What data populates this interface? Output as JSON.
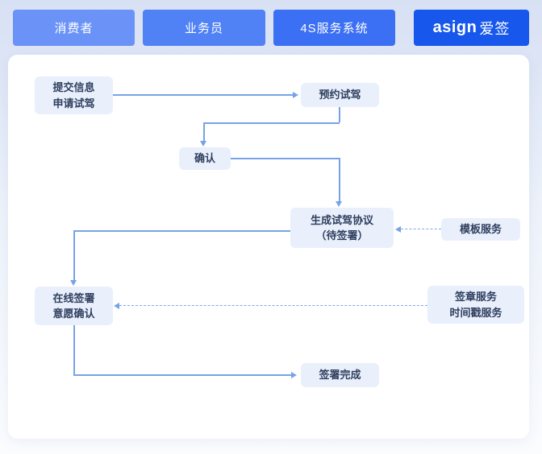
{
  "header": {
    "tabs": [
      {
        "label": "消费者",
        "color": "#6b93f7"
      },
      {
        "label": "业务员",
        "color": "#5082f6"
      },
      {
        "label": "4S服务系统",
        "color": "#3b6ff4"
      }
    ],
    "brand": {
      "latin": "asign",
      "cjk": "爱签",
      "color": "#1757ec"
    }
  },
  "flow": {
    "nodes": {
      "submit": {
        "line1": "提交信息",
        "line2": "申请试驾"
      },
      "reserve": {
        "line1": "预约试驾"
      },
      "confirm": {
        "line1": "确认"
      },
      "generate": {
        "line1": "生成试驾协议",
        "line2": "（待签署）"
      },
      "template": {
        "line1": "模板服务"
      },
      "sign": {
        "line1": "在线签署",
        "line2": "意愿确认"
      },
      "services": {
        "line1": "签章服务",
        "line2": "时间戳服务"
      },
      "complete": {
        "line1": "签署完成"
      }
    },
    "colors": {
      "node_bg": "#e9f0fc",
      "node_text": "#2f3e5e",
      "solid_line": "#76a3e6",
      "dashed_line": "#7ea9ea",
      "panel_bg": "#ffffff",
      "page_bg_top": "#d8e1f4",
      "page_bg_bottom": "#fbfcfe"
    }
  }
}
